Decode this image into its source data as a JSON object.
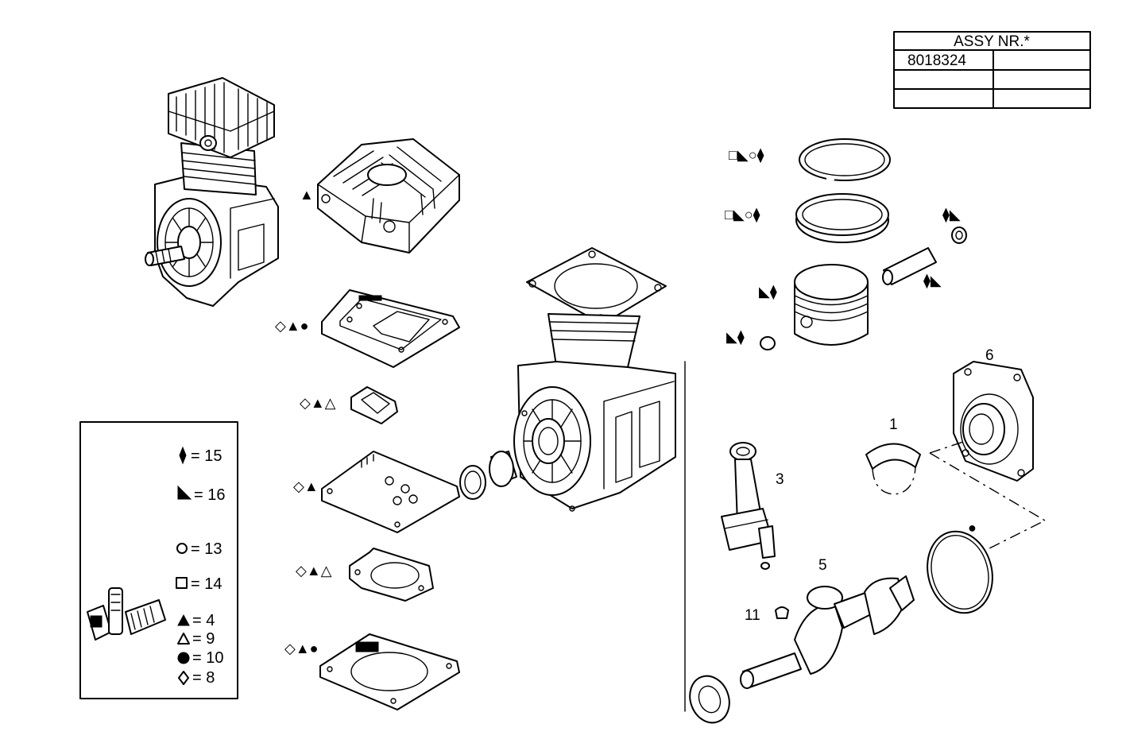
{
  "assy_table": {
    "header": "ASSY NR.*",
    "rows": [
      [
        "8018324",
        ""
      ],
      [
        "",
        ""
      ],
      [
        "",
        ""
      ]
    ]
  },
  "part_numbers": {
    "p1": "1",
    "p3": "3",
    "p5": "5",
    "p6": "6",
    "p11": "11"
  },
  "legend": {
    "items": [
      {
        "symbol": "filled-diamond",
        "text": "= 15"
      },
      {
        "symbol": "filled-right-triangle",
        "text": "= 16"
      },
      {
        "symbol": "open-circle",
        "text": "= 13"
      },
      {
        "symbol": "open-square",
        "text": "= 14"
      },
      {
        "symbol": "filled-triangle",
        "text": "= 4"
      },
      {
        "symbol": "open-triangle",
        "text": "= 9"
      },
      {
        "symbol": "filled-circle",
        "text": "= 10"
      },
      {
        "symbol": "open-diamond",
        "text": "= 8"
      }
    ]
  },
  "symbol_groups": {
    "head": "▲",
    "gasket1": "◇▲●",
    "gasket2": "◇▲△",
    "gasket3": "◇▲",
    "gasket4": "◇▲△",
    "gasket5": "◇▲●",
    "ring1": "□◣○⧫",
    "ring2": "□◣○⧫",
    "piston": "◣⧫",
    "circlip_left": "◣⧫",
    "circlip_right": "⧫◣",
    "pin": "⧫◣",
    "oring": "●"
  }
}
